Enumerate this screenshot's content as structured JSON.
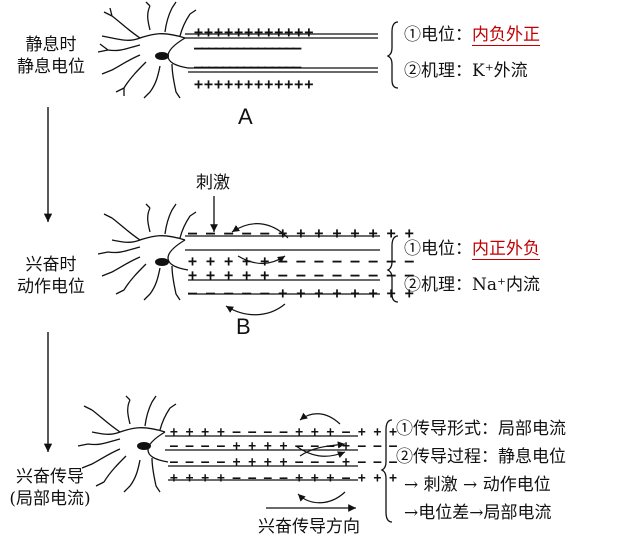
{
  "stages": [
    {
      "id": "resting",
      "stage_title": [
        "静息时",
        "静息电位"
      ],
      "potential_label": "①电位：",
      "potential_value": "内负外正",
      "mechanism_label": "②机理：",
      "mechanism_value": "K⁺外流",
      "marker": "A",
      "membrane_top": "++++++++++++",
      "inner_top": "———————————————",
      "inner_bottom": "———————————————",
      "membrane_bottom": "++++++++++++"
    },
    {
      "id": "excited",
      "stage_title": [
        "兴奋时",
        "动作电位"
      ],
      "stimulus": "刺激",
      "potential_label": "①电位：",
      "potential_value": "内正外负",
      "mechanism_label": "②机理：",
      "mechanism_value": "Na⁺内流",
      "marker": "B",
      "membrane_top": "– – – – – + + + + + + + +",
      "inner_top": "+ + + + + – – – – – – – –",
      "inner_bottom": "+ + + + + – – – – – – – –",
      "membrane_bottom": "– – – – – + + + + + + + +"
    },
    {
      "id": "conduction",
      "stage_title": [
        "兴奋传导",
        "(局部电流)"
      ],
      "items": [
        "①传导形式：局部电流",
        "②传导过程：静息电位",
        "→ 刺激 → 动作电位",
        "→电位差→局部电流"
      ],
      "direction": "兴奋传导方向",
      "membrane_top": "+ + + + – – – – + + + – + + +",
      "inner_top": "– – – – + + + + – – – + – – –",
      "inner_bottom": "– – – – + + + + – – – + – – –",
      "membrane_bottom": "+ + + + – – – – + + + – + + +"
    }
  ]
}
